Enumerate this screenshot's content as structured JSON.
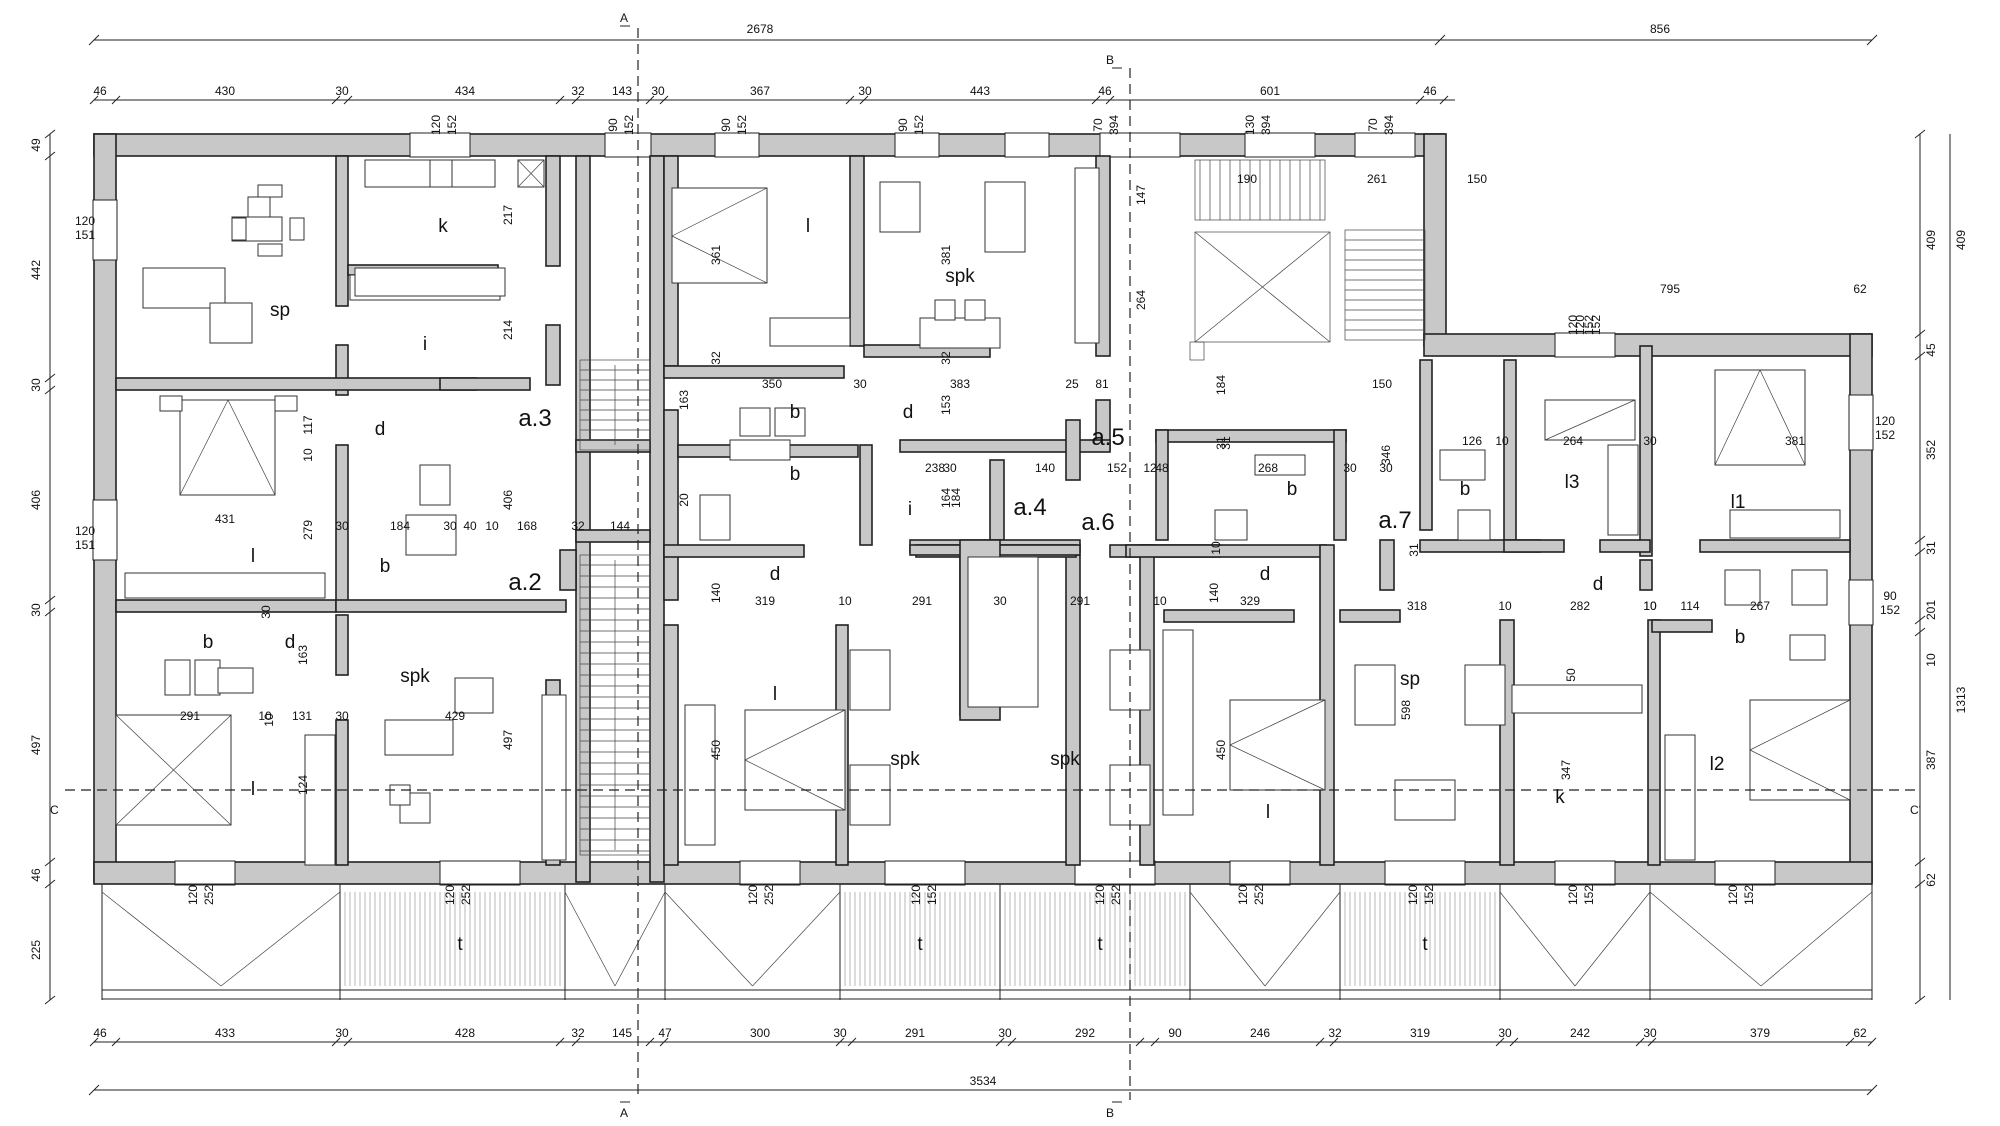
{
  "drawing": {
    "section_markers": {
      "a": "A",
      "b": "B",
      "c": "C",
      "c_prime": "C'"
    },
    "dims_top_overall": [
      "2678",
      "856"
    ],
    "dims_top_chain": [
      "46",
      "430",
      "30",
      "434",
      "32",
      "143",
      "30",
      "367",
      "30",
      "443",
      "46",
      "601",
      "46"
    ],
    "dims_bottom_chain": [
      "46",
      "433",
      "30",
      "428",
      "32",
      "145",
      "47",
      "300",
      "30",
      "291",
      "30",
      "292",
      "90",
      "246",
      "32",
      "319",
      "30",
      "242",
      "30",
      "379",
      "62"
    ],
    "dim_bottom_total": "3534",
    "dims_left": [
      "49",
      "442",
      "30",
      "406",
      "30",
      "497",
      "46",
      "225"
    ],
    "dims_right": [
      "409",
      "409",
      "45",
      "352",
      "31",
      "201",
      "10",
      "387",
      "62",
      "1313"
    ],
    "window_labels": [
      {
        "w": "120",
        "h": "152"
      },
      {
        "w": "90",
        "h": "152"
      },
      {
        "w": "90",
        "h": "152"
      },
      {
        "w": "90",
        "h": "152"
      },
      {
        "w": "70",
        "h": "394"
      },
      {
        "w": "130",
        "h": "394"
      },
      {
        "w": "70",
        "h": "394"
      },
      {
        "w": "120",
        "h": "152"
      },
      {
        "w": "120",
        "h": "152"
      },
      {
        "w": "120",
        "h": "151"
      },
      {
        "w": "120",
        "h": "151"
      },
      {
        "w": "90",
        "h": "152"
      },
      {
        "w": "120",
        "h": "152"
      },
      {
        "w": "120",
        "h": "252"
      },
      {
        "w": "120",
        "h": "252"
      },
      {
        "w": "120",
        "h": "252"
      },
      {
        "w": "120",
        "h": "152"
      },
      {
        "w": "120",
        "h": "252"
      },
      {
        "w": "120",
        "h": "252"
      },
      {
        "w": "120",
        "h": "152"
      },
      {
        "w": "120",
        "h": "152"
      },
      {
        "w": "120",
        "h": "152"
      }
    ],
    "room_labels": [
      "k",
      "sp",
      "i",
      "d",
      "l",
      "b",
      "b",
      "d",
      "spk",
      "l",
      "l",
      "spk",
      "b",
      "d",
      "b",
      "i",
      "d",
      "l",
      "spk",
      "spk",
      "b",
      "d",
      "l",
      "sp",
      "b",
      "l3",
      "d",
      "l1",
      "b",
      "k",
      "l2",
      "t",
      "t",
      "t",
      "t"
    ],
    "apartment_labels": [
      "a.3",
      "a.2",
      "a.5",
      "a.4",
      "a.6",
      "a.7"
    ],
    "interior_dims": [
      "217",
      "214",
      "117",
      "10",
      "431",
      "279",
      "30",
      "184",
      "30",
      "40",
      "10",
      "168",
      "32",
      "144",
      "406",
      "291",
      "10",
      "131",
      "30",
      "429",
      "497",
      "163",
      "30",
      "124",
      "10",
      "361",
      "32",
      "381",
      "32",
      "350",
      "30",
      "383",
      "25",
      "81",
      "163",
      "153",
      "238",
      "30",
      "140",
      "152",
      "184",
      "164",
      "20",
      "140",
      "319",
      "10",
      "291",
      "30",
      "291",
      "10",
      "140",
      "329",
      "31",
      "450",
      "450",
      "190",
      "261",
      "150",
      "147",
      "264",
      "184",
      "795",
      "62",
      "150",
      "126",
      "10",
      "264",
      "30",
      "381",
      "346",
      "318",
      "10",
      "282",
      "10",
      "114",
      "267",
      "598",
      "50",
      "347",
      "10",
      "48",
      "12",
      "31",
      "268",
      "10",
      "30",
      "30",
      "31"
    ]
  }
}
